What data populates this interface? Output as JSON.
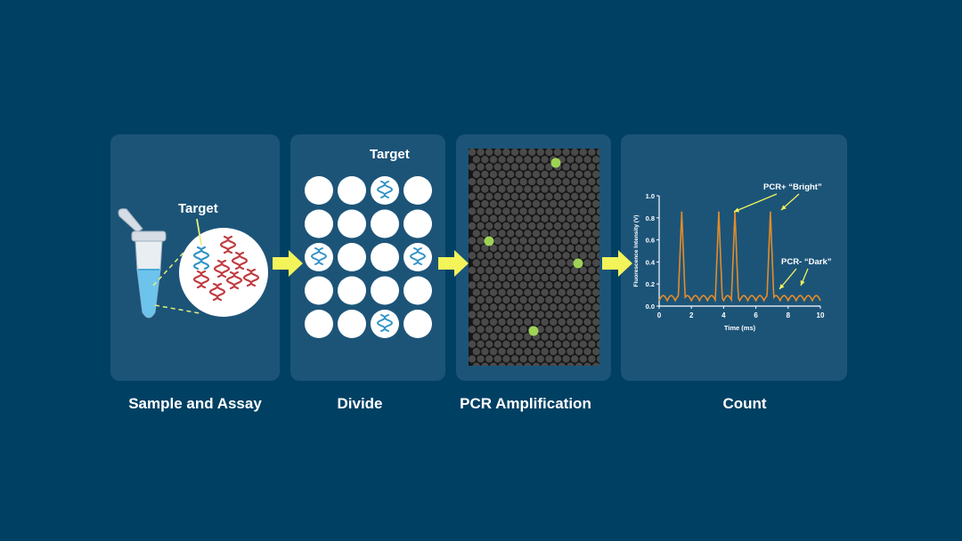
{
  "steps": [
    {
      "id": "sample",
      "caption": "Sample and Assay",
      "label": "Target"
    },
    {
      "id": "divide",
      "caption": "Divide",
      "label": "Target"
    },
    {
      "id": "pcr",
      "caption": "PCR Amplification"
    },
    {
      "id": "count",
      "caption": "Count"
    }
  ],
  "chart_data": {
    "type": "line",
    "xlabel": "Time (ms)",
    "ylabel": "Fluorescence Intensity (V)",
    "xlim": [
      0,
      10
    ],
    "ylim": [
      0,
      1.0
    ],
    "xticks": [
      "0",
      "2",
      "4",
      "6",
      "8",
      "10"
    ],
    "yticks": [
      "0.0",
      "0.2",
      "0.4",
      "0.6",
      "0.8",
      "1.0"
    ],
    "peaks_ms": [
      1.4,
      3.7,
      4.7,
      6.9
    ],
    "peak_height": 0.85,
    "baseline": 0.05,
    "annotations": [
      {
        "text": "PCR+ “Bright”"
      },
      {
        "text": "PCR- “Dark”"
      }
    ]
  },
  "colors": {
    "background": "#004063",
    "panel": "#1c5478",
    "arrow": "#f2f45a",
    "target_strand": "#2f93c6",
    "other_strand": "#c03a3f",
    "positive_droplet": "#9fd356",
    "signal_line": "#e38c2a"
  }
}
